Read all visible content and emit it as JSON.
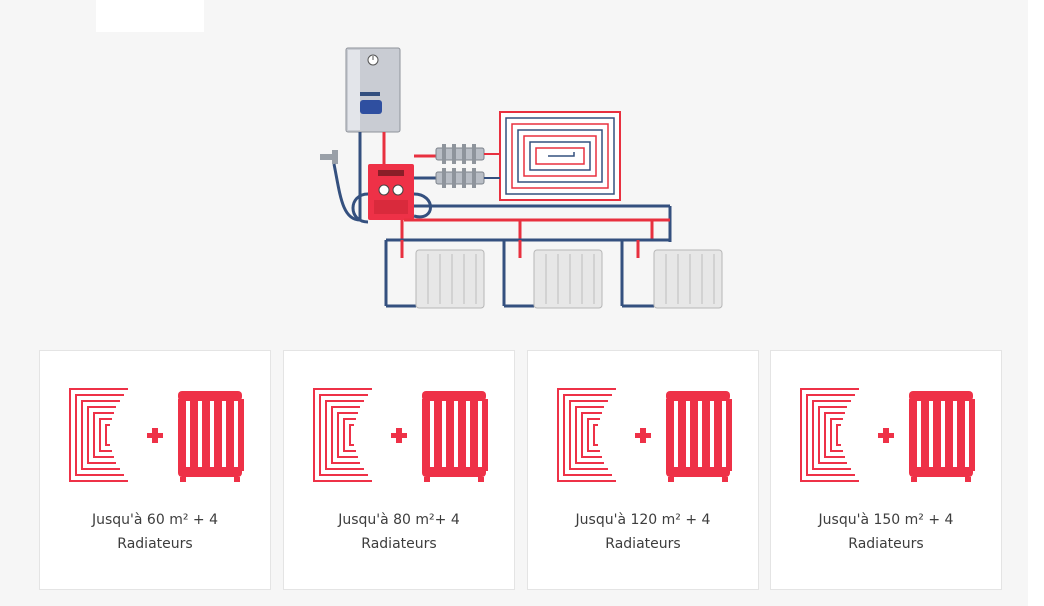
{
  "colors": {
    "accent": "#ee3147",
    "pipe_hot": "#e8303f",
    "pipe_cold": "#34507f",
    "boiler": "#c9ccd3",
    "radiator": "#e7e7e7",
    "card_border": "#e4e4e4",
    "text": "#3d3d3d"
  },
  "icons": {
    "plus": "+",
    "floor_heating": "floor-heating-coil-icon",
    "radiator": "radiator-icon",
    "boiler": "boiler-icon"
  },
  "options": [
    {
      "line1": "Jusqu'à 60 m² + 4",
      "line2": "Radiateurs"
    },
    {
      "line1": "Jusqu'à 80 m²+ 4",
      "line2": "Radiateurs"
    },
    {
      "line1": "Jusqu'à 120 m² + 4",
      "line2": "Radiateurs"
    },
    {
      "line1": "Jusqu'à 150 m² + 4",
      "line2": "Radiateurs"
    }
  ]
}
